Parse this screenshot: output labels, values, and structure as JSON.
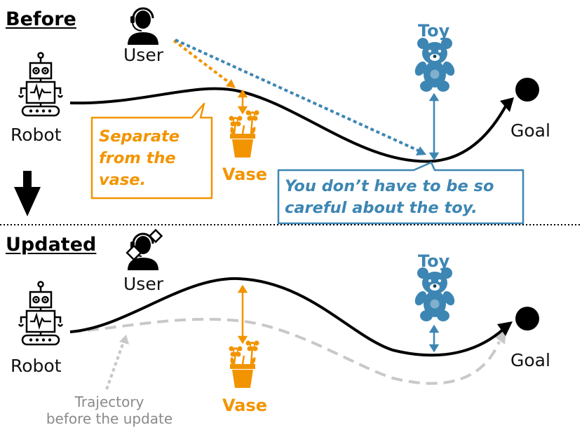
{
  "sections": {
    "before": "Before",
    "updated": "Updated"
  },
  "labels": {
    "user": "User",
    "robot": "Robot",
    "goal": "Goal",
    "toy": "Toy",
    "vase": "Vase"
  },
  "feedback": {
    "vase_lines": [
      "Separate",
      "from the",
      "vase."
    ],
    "toy_lines": [
      "You don’t have to be so",
      "careful about the toy."
    ]
  },
  "caption_lines": [
    "Trajectory",
    "before the update"
  ],
  "colors": {
    "orange": "#f29400",
    "blue": "#3d86b3",
    "trajectory": "#000000",
    "old_trajectory": "#c8c8c8",
    "caption": "#8a8a8a"
  },
  "icons": [
    "user-headset-icon",
    "user-updating-icon",
    "robot-icon",
    "teddy-bear-icon",
    "vase-icon",
    "goal-icon",
    "down-arrow-icon"
  ]
}
